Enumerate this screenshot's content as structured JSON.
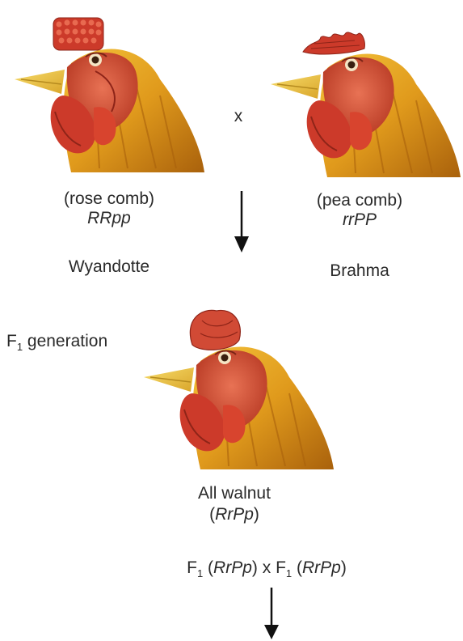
{
  "parents": {
    "cross_symbol": "x",
    "left": {
      "phenotype": "(rose comb)",
      "genotype": "RRpp",
      "breed": "Wyandotte",
      "comb": "rose"
    },
    "right": {
      "phenotype": "(pea comb)",
      "genotype": "rrPP",
      "breed": "Brahma",
      "comb": "pea"
    }
  },
  "f1": {
    "label_prefix": "F",
    "label_sub": "1",
    "label_suffix": " generation",
    "phenotype": "All walnut",
    "genotype_open": "(",
    "genotype": "RrPp",
    "genotype_close": ")",
    "comb": "walnut"
  },
  "cross": {
    "left": {
      "prefix": "F",
      "sub": "1",
      "open": " (",
      "genotype": "RrPp",
      "close": ")"
    },
    "symbol": "x",
    "right": {
      "prefix": "F",
      "sub": "1",
      "open": " (",
      "genotype": "RrPp",
      "close": ")"
    }
  },
  "colors": {
    "feather_dark": "#b86f10",
    "feather_light": "#f0b428",
    "comb_red": "#cc3a2a",
    "wattle_red": "#d8442e",
    "beak": "#f1c83c",
    "arrow": "#111111"
  }
}
